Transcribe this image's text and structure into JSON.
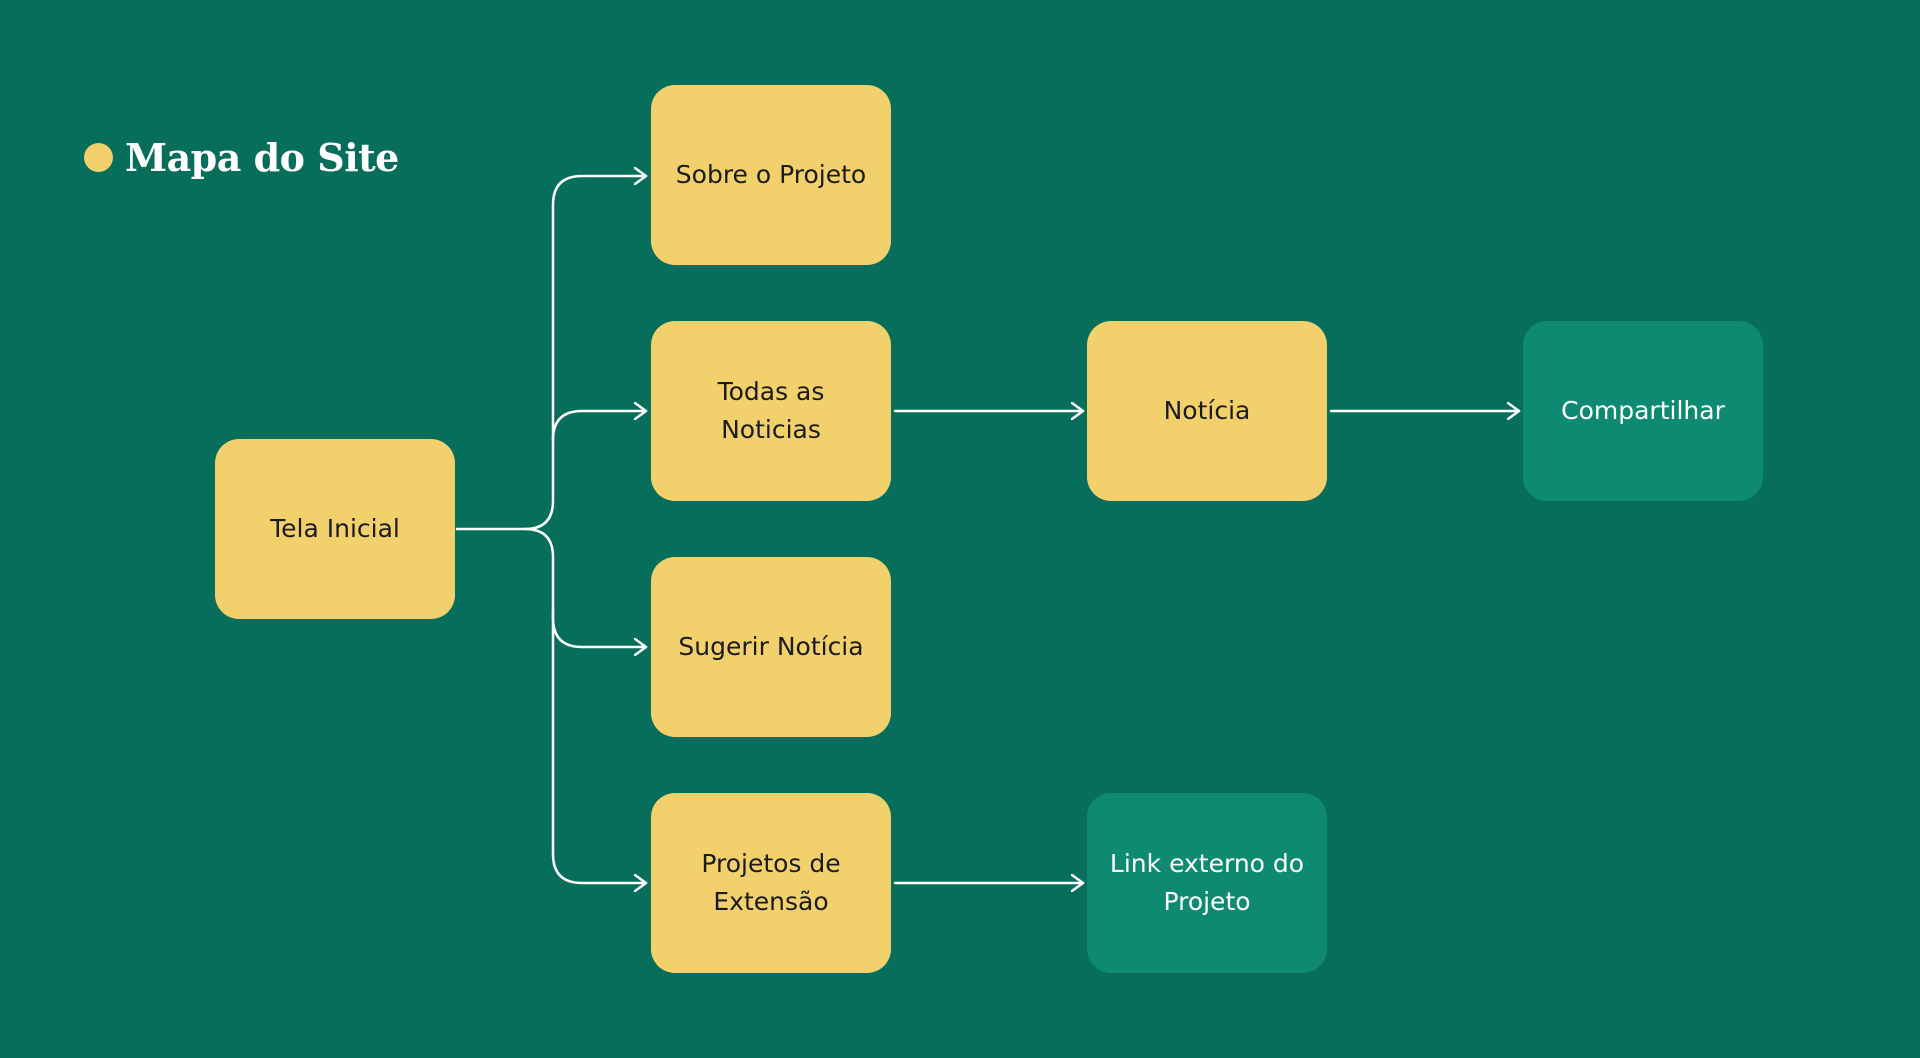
{
  "title": {
    "text": "Mapa do Site",
    "dot_color": "#f2d06b"
  },
  "colors": {
    "background": "#076e5c",
    "node_yellow": "#f2d06b",
    "node_teal": "#0d8a71",
    "connector": "#ffffff"
  },
  "nodes": {
    "tela_inicial": "Tela Inicial",
    "sobre_projeto": "Sobre o Projeto",
    "todas_noticias": "Todas as Noticias",
    "sugerir_noticia": "Sugerir Notícia",
    "projetos_extensao": "Projetos de Extensão",
    "noticia": "Notícia",
    "compartilhar": "Compartilhar",
    "link_externo": "Link externo do Projeto"
  },
  "edges": [
    {
      "from": "tela_inicial",
      "to": "sobre_projeto"
    },
    {
      "from": "tela_inicial",
      "to": "todas_noticias"
    },
    {
      "from": "tela_inicial",
      "to": "sugerir_noticia"
    },
    {
      "from": "tela_inicial",
      "to": "projetos_extensao"
    },
    {
      "from": "todas_noticias",
      "to": "noticia"
    },
    {
      "from": "noticia",
      "to": "compartilhar"
    },
    {
      "from": "projetos_extensao",
      "to": "link_externo"
    }
  ]
}
